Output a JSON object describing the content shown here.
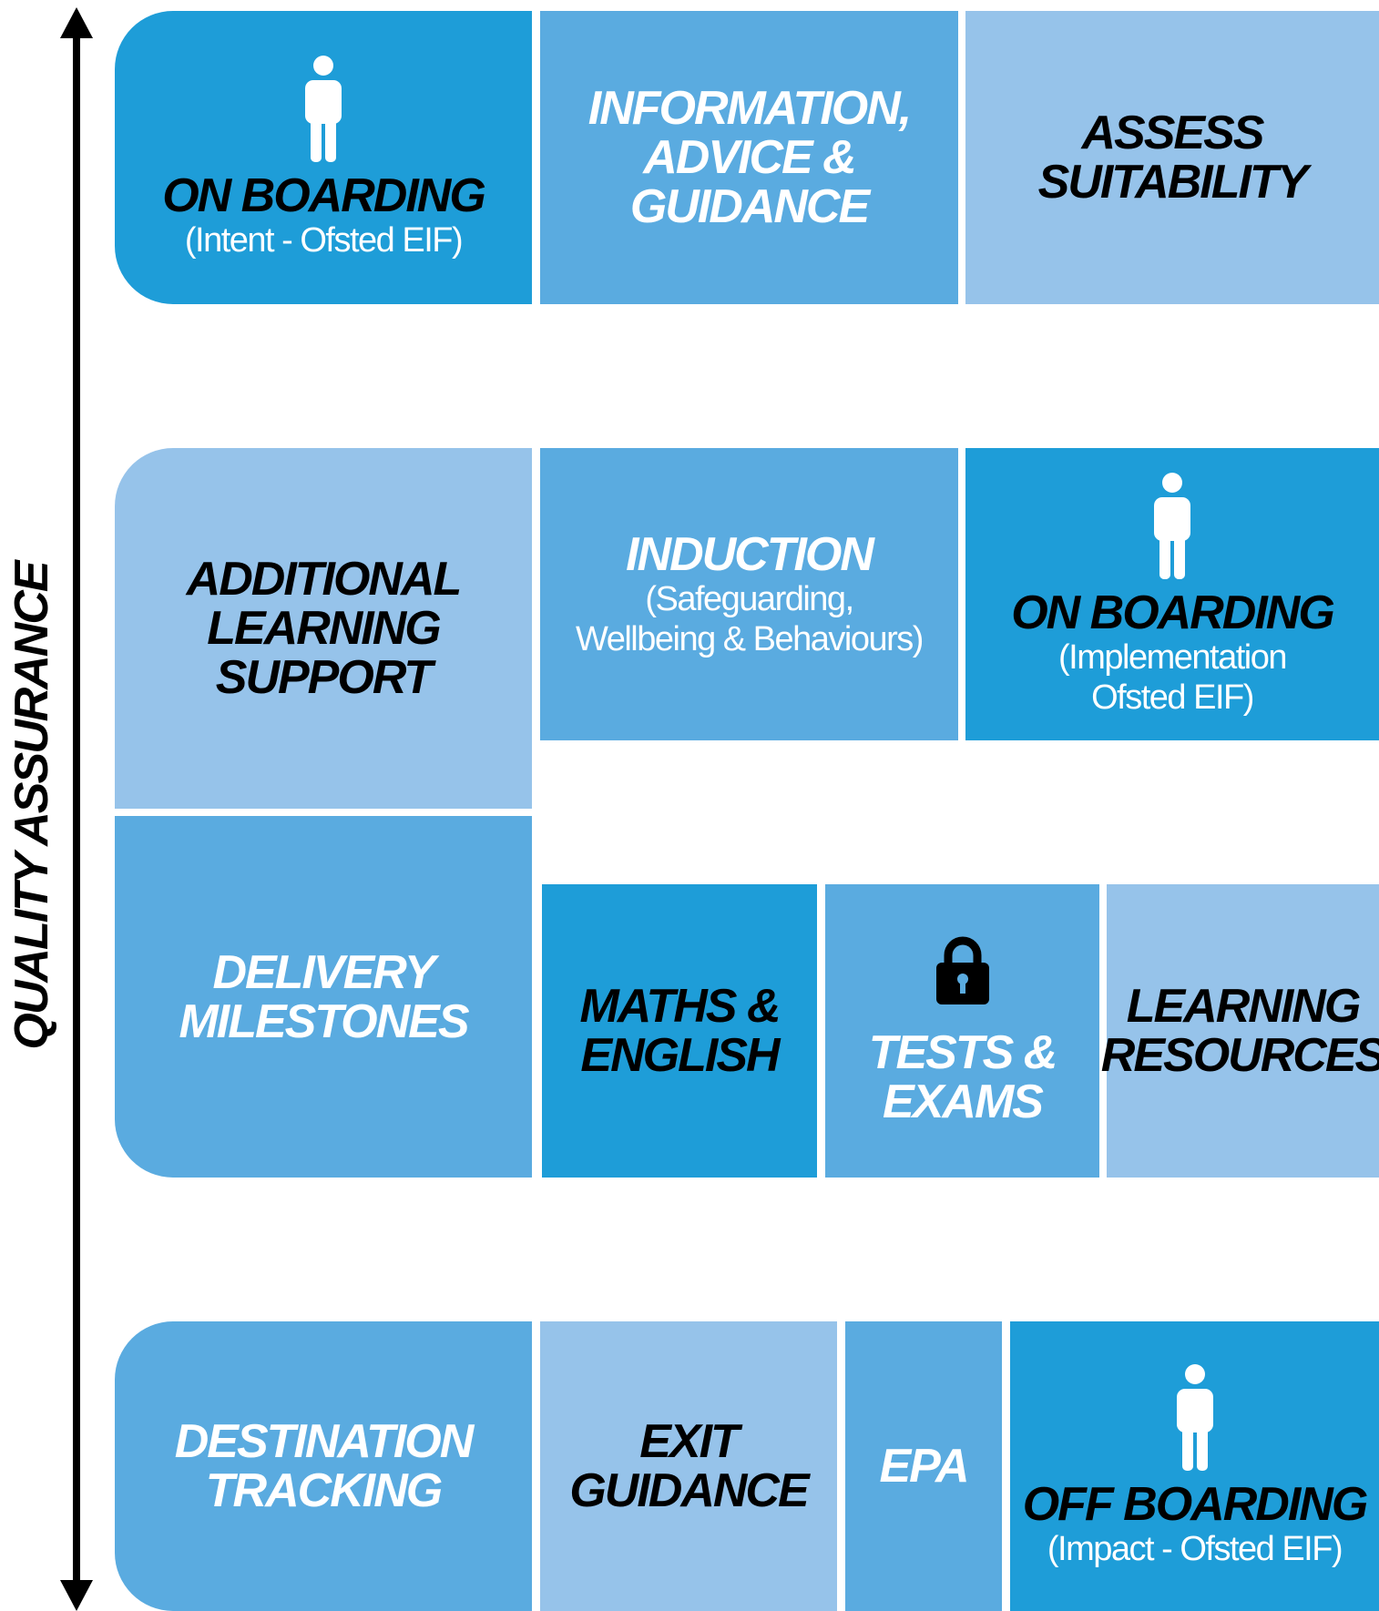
{
  "axis": {
    "label": "QUALITY ASSURANCE"
  },
  "rows": {
    "row1": {
      "onboarding_intent": {
        "title": "ON BOARDING",
        "subtitle": "(Intent - Ofsted EIF)",
        "icon": "person-icon"
      },
      "iag": {
        "title": "INFORMATION,\nADVICE &\nGUIDANCE"
      },
      "assess": {
        "title": "ASSESS\nSUITABILITY"
      }
    },
    "row2": {
      "als": {
        "title": "ADDITIONAL\nLEARNING\nSUPPORT"
      },
      "induction": {
        "title": "INDUCTION",
        "subtitle": "(Safeguarding,\nWellbeing & Behaviours)"
      },
      "onboarding_impl": {
        "title": "ON BOARDING",
        "subtitle": "(Implementation\nOfsted EIF)",
        "icon": "person-icon"
      }
    },
    "row3": {
      "delivery": {
        "title": "DELIVERY\nMILESTONES"
      },
      "maths": {
        "title": "MATHS &\nENGLISH"
      },
      "tests": {
        "title": "TESTS &\nEXAMS",
        "icon": "lock-icon"
      },
      "resources": {
        "title": "LEARNING\nRESOURCES"
      }
    },
    "row4": {
      "destination": {
        "title": "DESTINATION\nTRACKING"
      },
      "exit": {
        "title": "EXIT\nGUIDANCE"
      },
      "epa": {
        "title": "EPA"
      },
      "offboarding": {
        "title": "OFF BOARDING",
        "subtitle": "(Impact - Ofsted EIF)",
        "icon": "person-icon"
      }
    }
  },
  "colors": {
    "dark": "#1e9dd8",
    "mid": "#5aabe0",
    "light": "#96c3ea"
  }
}
